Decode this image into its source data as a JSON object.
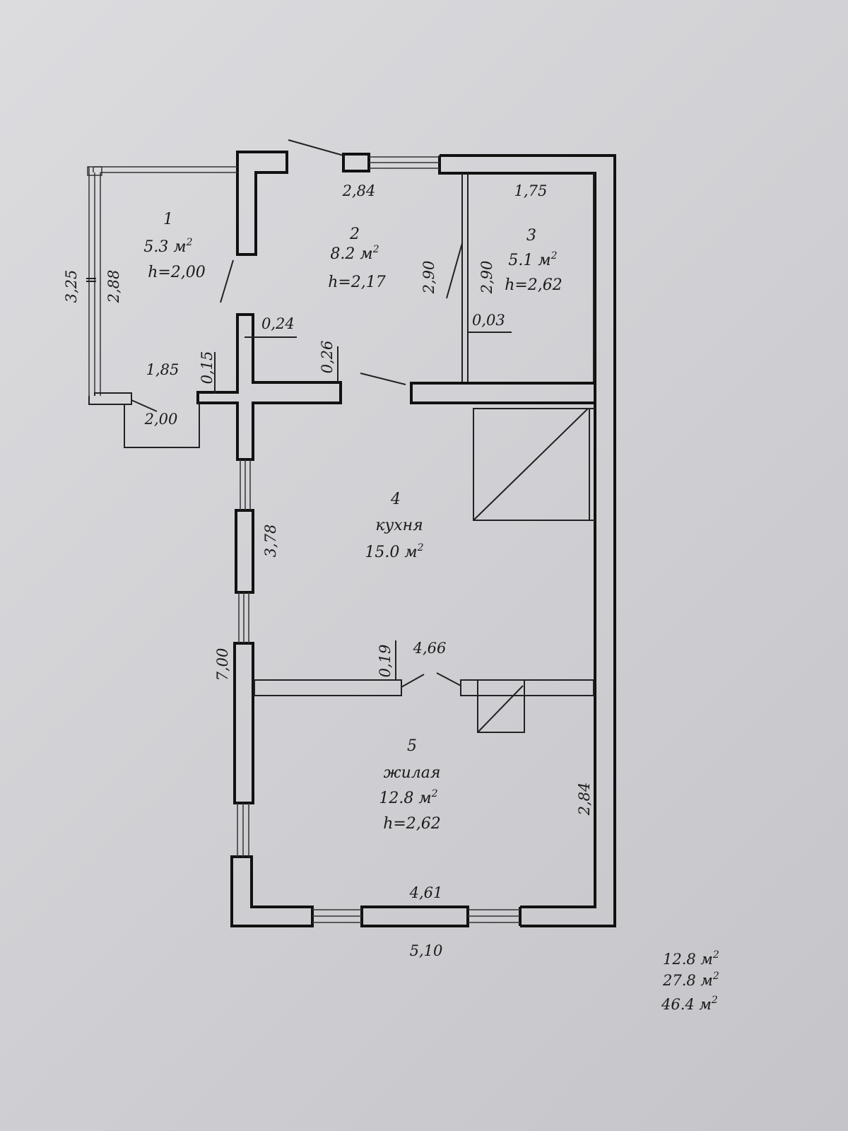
{
  "rooms": [
    {
      "number": "1",
      "area": "5.3 м",
      "height": "h=2,00"
    },
    {
      "number": "2",
      "area": "8.2 м",
      "height": "h=2,17"
    },
    {
      "number": "3",
      "area": "5.1 м",
      "height": "h=2,62"
    },
    {
      "number": "4",
      "name": "кухня",
      "area": "15.0 м"
    },
    {
      "number": "5",
      "name": "жилая",
      "area": "12.8 м",
      "height": "h=2,62"
    }
  ],
  "area_sup": "2",
  "dimensions": {
    "d_284_top": "2,84",
    "d_175": "1,75",
    "d_325": "3,25",
    "d_288": "2,88",
    "d_290_a": "2,90",
    "d_290_b": "2,90",
    "d_024": "0,24",
    "d_003": "0,03",
    "d_026": "0,26",
    "d_015": "0,15",
    "d_185": "1,85",
    "d_200": "2,00",
    "d_378": "3,78",
    "d_700": "7,00",
    "d_019": "0,19",
    "d_466": "4,66",
    "d_284_right": "2,84",
    "d_461": "4,61",
    "d_510": "5,10"
  },
  "totals": [
    {
      "value": "12.8 м"
    },
    {
      "value": "27.8 м"
    },
    {
      "value": "46.4 м"
    }
  ]
}
